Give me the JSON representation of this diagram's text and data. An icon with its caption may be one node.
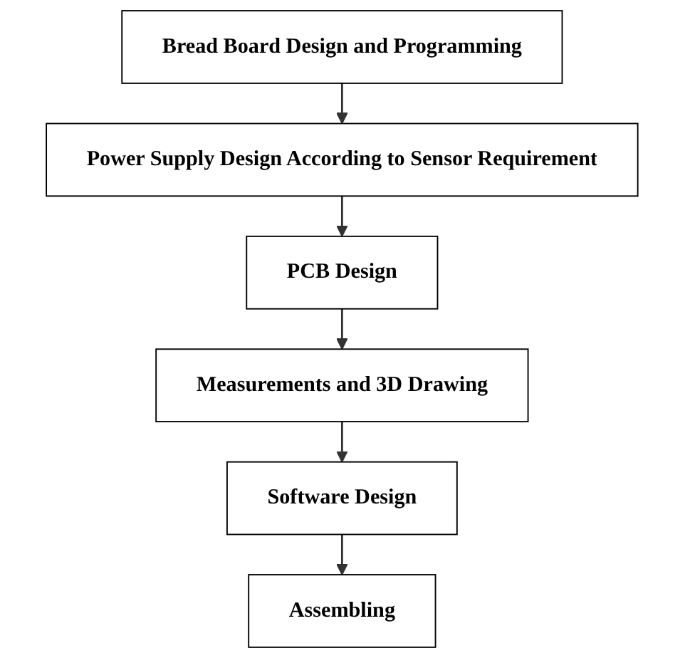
{
  "diagram": {
    "nodes": [
      {
        "text": [
          "Bread Board Design and Programming"
        ]
      },
      {
        "text": [
          "Power Supply Design According to Sensor Requirement"
        ]
      },
      {
        "text": [
          "PCB Design"
        ]
      },
      {
        "text": [
          "Measurements and 3D Drawing"
        ]
      },
      {
        "text": [
          "Software Design"
        ]
      },
      {
        "text": [
          "Assembling"
        ]
      }
    ],
    "edges": [
      {
        "from": 0,
        "to": 1,
        "arrow": "to"
      },
      {
        "from": 1,
        "to": 2,
        "arrow": "to"
      },
      {
        "from": 2,
        "to": 3,
        "arrow": "to"
      },
      {
        "from": 3,
        "to": 4,
        "arrow": "to"
      },
      {
        "from": 4,
        "to": 5,
        "arrow": "to"
      }
    ]
  }
}
